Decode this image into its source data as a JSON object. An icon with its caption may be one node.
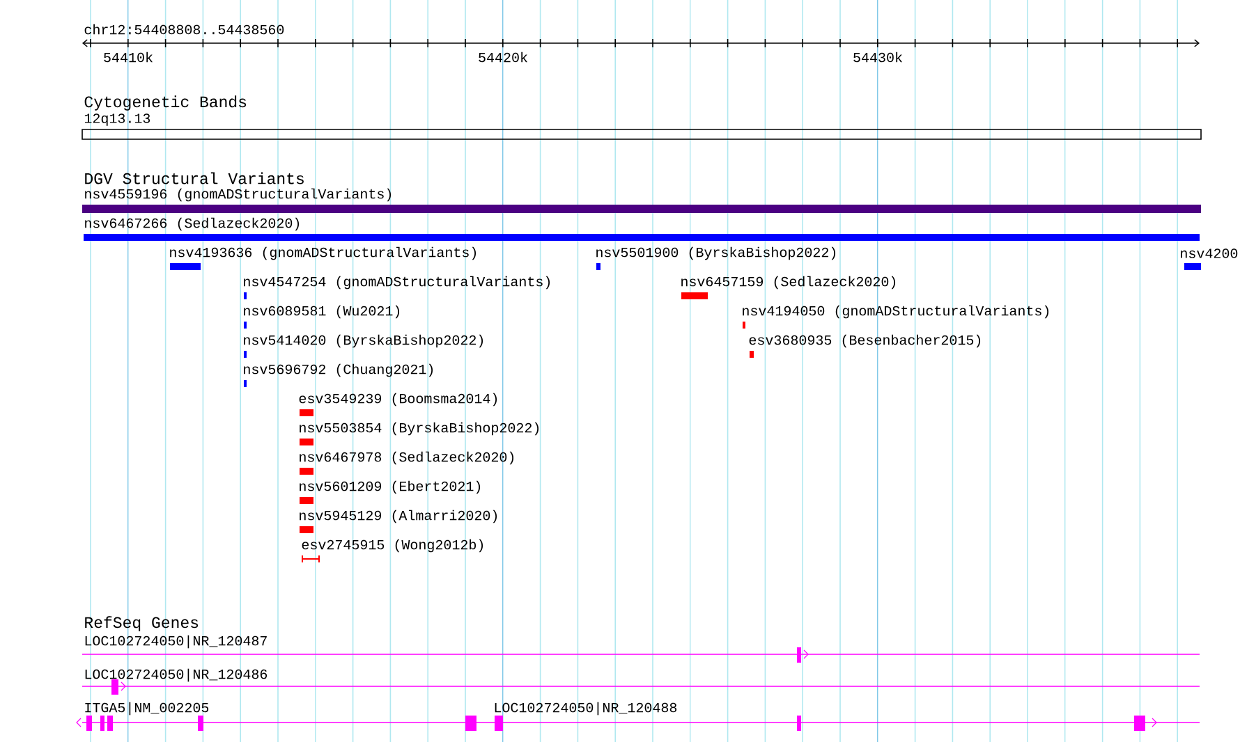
{
  "diagram": {
    "labels": [
      "chr12:54408808..54438560",
      "54410k",
      "54420k",
      "54430k",
      "Cytogenetic Bands",
      "12q13.13",
      "DGV Structural Variants",
      "nsv4559196 (gnomADStructuralVariants)",
      "nsv6467266 (Sedlazeck2020)",
      "nsv4193636 (gnomADStructuralVariants)",
      "nsv5501900 (ByrskaBishop2022)",
      "nsv4200",
      "nsv4547254 (gnomADStructuralVariants)",
      "nsv6457159 (Sedlazeck2020)",
      "nsv6089581 (Wu2021)",
      "nsv4194050 (gnomADStructuralVariants)",
      "nsv5414020 (ByrskaBishop2022)",
      "esv3680935 (Besenbacher2015)",
      "nsv5696792 (Chuang2021)",
      "esv3549239 (Boomsma2014)",
      "nsv5503854 (ByrskaBishop2022)",
      "nsv6467978 (Sedlazeck2020)",
      "nsv5601209 (Ebert2021)",
      "nsv5945129 (Almarri2020)",
      "esv2745915 (Wong2012b)",
      "RefSeq Genes",
      "LOC102724050|NR_120487",
      "LOC102724050|NR_120486",
      "ITGA5|NM_002205",
      "LOC102724050|NR_120488"
    ]
  }
}
